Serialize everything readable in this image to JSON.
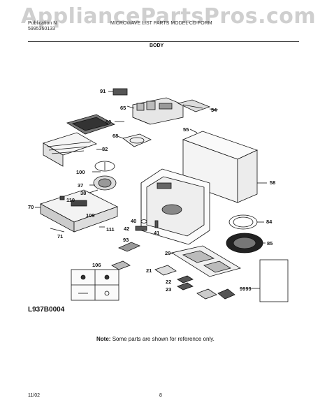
{
  "header": {
    "watermark": "AppliancePartsPros.com",
    "publication_label": "Publication N",
    "publication_number": "5995360133",
    "model_line": "MICROWAVE LIST PARTS MODEL CD FORM",
    "section": "BODY"
  },
  "callouts": {
    "p91": "91",
    "p65": "65",
    "p54": "54",
    "p80": "80",
    "p68": "68",
    "p55": "55",
    "p82": "82",
    "p100": "100",
    "p37": "37",
    "p38": "38",
    "p58": "58",
    "p110": "110",
    "p70": "70",
    "p109": "109",
    "p40": "40",
    "p84": "84",
    "p42": "42",
    "p41": "41",
    "p111": "111",
    "p71": "71",
    "p85": "85",
    "p93": "93",
    "p20": "20",
    "p106": "106",
    "p21": "21",
    "p22": "22",
    "p23": "23",
    "p9999": "9999"
  },
  "diagram_id": "L937B0004",
  "note": {
    "label": "Note:",
    "text": "Some parts are shown for reference only."
  },
  "footer": {
    "date": "11/02",
    "page": "8"
  }
}
